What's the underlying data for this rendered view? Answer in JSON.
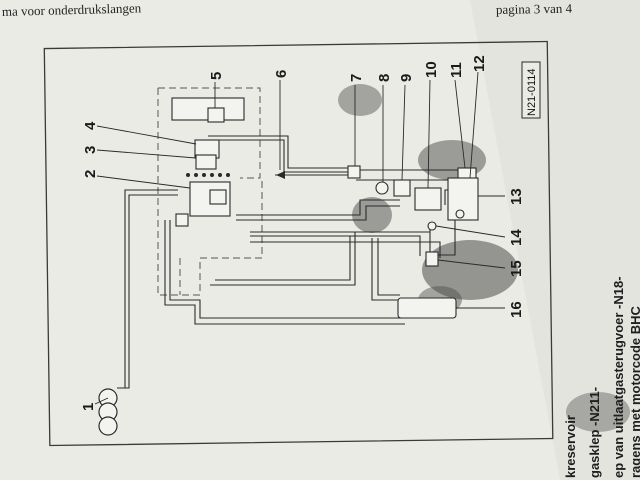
{
  "page": {
    "header_left": "ma voor onderdrukslangen",
    "header_right": "pagina 3 van 4"
  },
  "diagram": {
    "code": "N21-0114",
    "callouts": [
      "1",
      "2",
      "3",
      "4",
      "5",
      "6",
      "7",
      "8",
      "9",
      "10",
      "11",
      "12",
      "13",
      "14",
      "15",
      "16"
    ]
  },
  "legend": [
    "kreservoir",
    "gasklep -N211-",
    "ep van uitlaatgasterugvoer -N18-",
    "ragens met motorcode BHC"
  ],
  "colors": {
    "paper": "#ebebe6",
    "ink": "#2a2a2a",
    "smudge": "#4c4c4a"
  }
}
